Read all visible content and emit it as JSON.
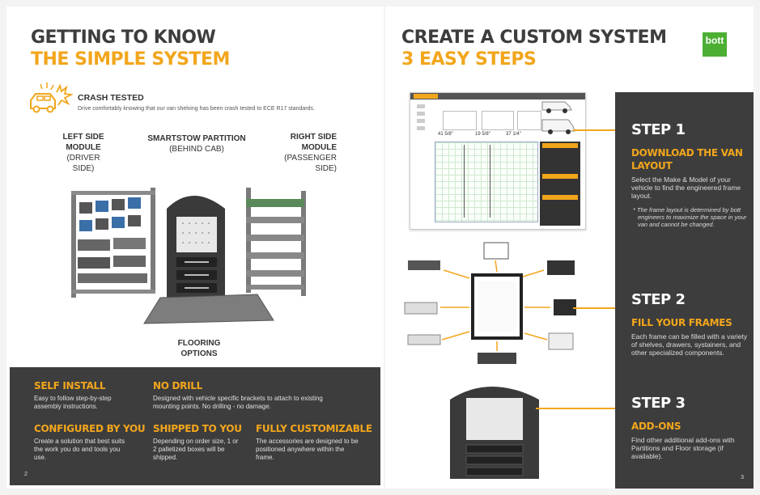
{
  "left": {
    "title_line1": "GETTING TO KNOW",
    "title_line2": "THE SIMPLE SYSTEM",
    "crash": {
      "title": "CRASH TESTED",
      "text": "Drive comfortably knowing that our van shelving has been crash tested to ECE R17 standards."
    },
    "labels": {
      "left_title": "LEFT SIDE MODULE",
      "left_sub": "(DRIVER SIDE)",
      "center_title": "SMARTSTOW PARTITION",
      "center_sub": "(BEHIND CAB)",
      "right_title": "RIGHT SIDE MODULE",
      "right_sub": "(PASSENGER SIDE)",
      "floor_title": "FLOORING OPTIONS"
    },
    "features": [
      {
        "title": "SELF INSTALL",
        "text": "Easy to follow step-by-step assembly instructions."
      },
      {
        "title": "NO DRILL",
        "text": "Designed with vehicle specific brackets to attach to existing mounting points. No drilling - no damage."
      },
      {
        "title": "CONFIGURED BY YOU",
        "text": "Create a solution that best suits the work you do and tools you use."
      },
      {
        "title": "SHIPPED TO YOU",
        "text": "Depending on order size, 1 or 2 palletized boxes will be shipped."
      },
      {
        "title": "FULLY CUSTOMIZABLE",
        "text": "The accessories are designed to be positioned anywhere within the frame."
      }
    ],
    "page_number": "2"
  },
  "right": {
    "title_line1": "CREATE A CUSTOM SYSTEM",
    "title_line2": "3 EASY STEPS",
    "logo": "bott",
    "layout_dims": [
      "41 5/8\"",
      "19 5/8\"",
      "37 1/4\""
    ],
    "steps": [
      {
        "label": "STEP 1",
        "title": "DOWNLOAD THE VAN LAYOUT",
        "text": "Select the Make & Model of your vehicle to find the engineered frame layout.",
        "note": "* The frame layout is determined by bott engineers to maximize the space in your van and cannot be changed."
      },
      {
        "label": "STEP 2",
        "title": "FILL YOUR FRAMES",
        "text": "Each frame can be filled with a variety of shelves, drawers, systainers, and other specialized components."
      },
      {
        "label": "STEP 3",
        "title": "ADD-ONS",
        "text": "Find other additional add-ons with Partitions and Floor storage (if available)."
      }
    ],
    "page_number": "3"
  },
  "colors": {
    "accent": "#f2a61c",
    "dark": "#3d3d3d",
    "brand": "#4caf33"
  }
}
